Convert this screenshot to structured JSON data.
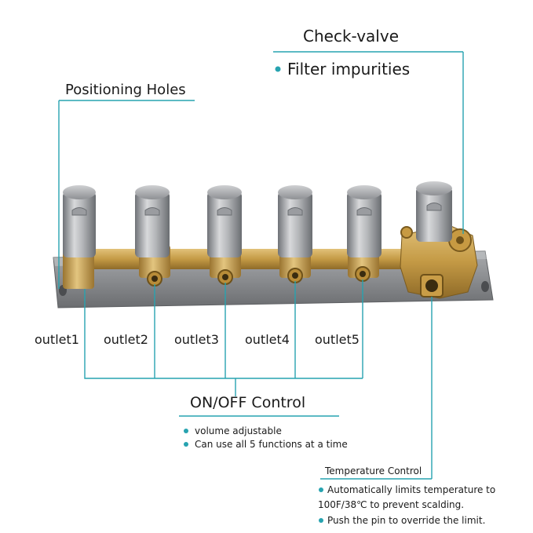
{
  "labels": {
    "check_valve": "Check-valve",
    "filter_impurities": "Filter impurities",
    "positioning_holes": "Positioning Holes",
    "outlets": [
      "outlet1",
      "outlet2",
      "outlet3",
      "outlet4",
      "outlet5"
    ],
    "on_off_control": "ON/OFF Control",
    "on_off_bullets": [
      "volume adjustable",
      "Can use all 5 functions at a time"
    ],
    "temperature_control": "Temperature Control",
    "temperature_bullets": [
      "Automatically limits temperature to",
      "100F/38℃ to prevent scalding.",
      "Push the pin to override the limit."
    ]
  },
  "colors": {
    "accent": "#27a3b0",
    "brass": "#c9a04a",
    "chrome": "#a7a9ad",
    "plate": "#8d8f92",
    "text": "#1a1a1a"
  }
}
